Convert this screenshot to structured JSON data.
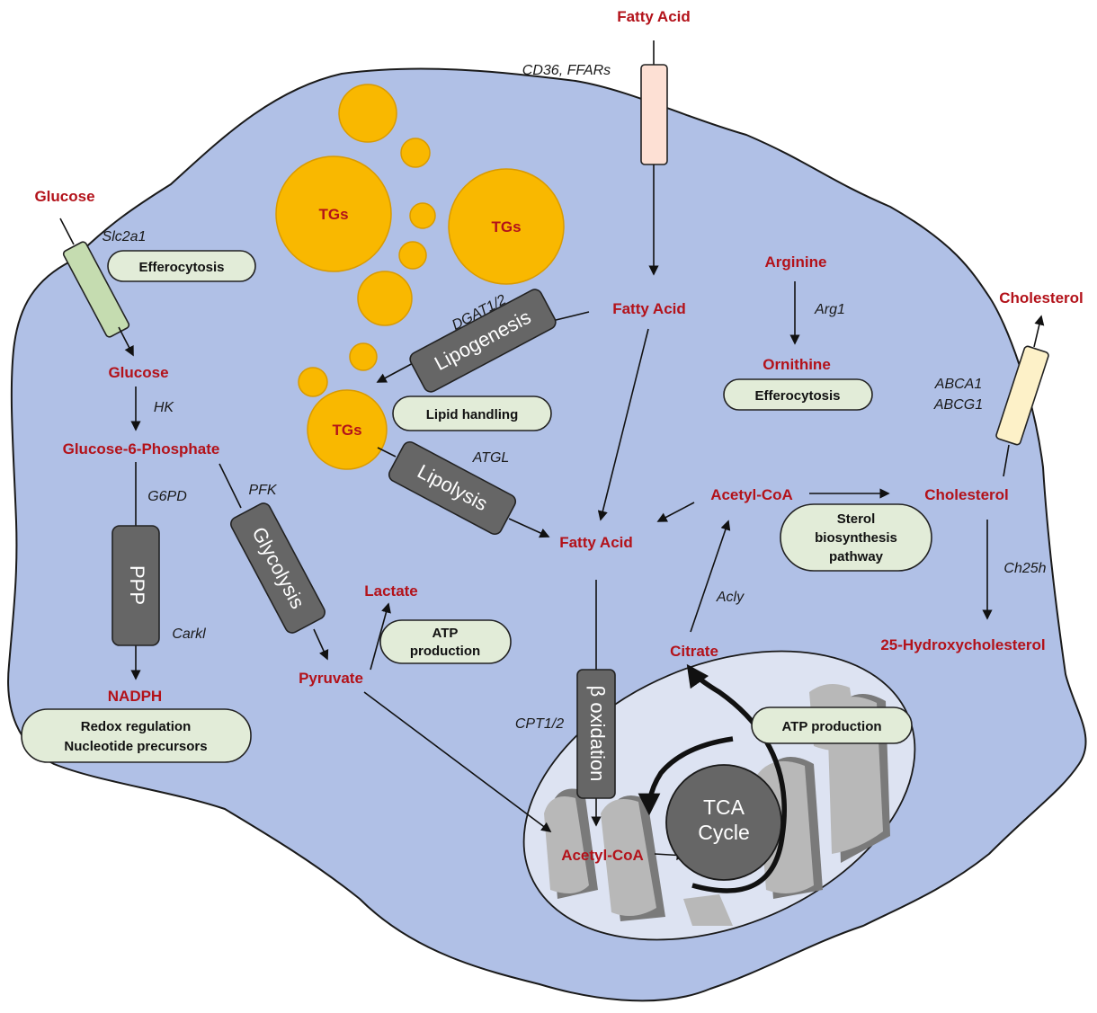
{
  "title": "",
  "metabolites": {
    "fatty_acid_outside": "Fatty Acid",
    "glucose_outside": "Glucose",
    "glucose_inside": "Glucose",
    "glucose_6_phosphate": "Glucose-6-Phosphate",
    "nadph": "NADPH",
    "pyruvate": "Pyruvate",
    "lactate": "Lactate",
    "fatty_acid_cytosol": "Fatty Acid",
    "fatty_acid_center": "Fatty Acid",
    "arginine": "Arginine",
    "ornithine": "Ornithine",
    "cholesterol_outside": "Cholesterol",
    "cholesterol_inside": "Cholesterol",
    "acetyl_coa_cytosol": "Acetyl-CoA",
    "acetyl_coa_mito": "Acetyl-CoA",
    "citrate": "Citrate",
    "hydroxycholesterol": "25-Hydroxycholesterol",
    "tgs_1": "TGs",
    "tgs_2": "TGs",
    "tgs_3": "TGs"
  },
  "enzymes": {
    "cd36": "CD36, FFARs",
    "slc2a1": "Slc2a1",
    "hk": "HK",
    "g6pd": "G6PD",
    "pfk": "PFK",
    "carkl": "Carkl",
    "dgat": "DGAT1/2",
    "atgl": "ATGL",
    "arg1": "Arg1",
    "abca1": "ABCA1",
    "abcg1": "ABCG1",
    "ch25h": "Ch25h",
    "acly": "Acly",
    "cpt": "CPT1/2"
  },
  "processes": {
    "ppp": "PPP",
    "glycolysis": "Glycolysis",
    "lipogenesis": "Lipogenesis",
    "lipolysis": "Lipolysis",
    "beta_oxidation": "β oxidation",
    "tca_line1": "TCA",
    "tca_line2": "Cycle"
  },
  "functions": {
    "efferocytosis_1": "Efferocytosis",
    "efferocytosis_2": "Efferocytosis",
    "lipid_handling": "Lipid handling",
    "atp_production_1_line1": "ATP",
    "atp_production_1_line2": "production",
    "atp_production_2": "ATP production",
    "redox_line1": "Redox regulation",
    "redox_line2": "Nucleotide precursors",
    "sterol_line1": "Sterol",
    "sterol_line2": "biosynthesis",
    "sterol_line3": "pathway"
  },
  "colors": {
    "cell": "#b0c0e6",
    "cell_outline": "#1a1a1a",
    "mitochondrion": "#dde3f2",
    "lipid_droplet": "#f9b800",
    "metabolite_text": "#b3121a",
    "process_box": "#666666",
    "function_pill": "#e2ecd8",
    "glut_transporter": "#c5dcb0",
    "cd36_transporter": "#fde0d4",
    "abc_transporter": "#fdf1c8"
  }
}
